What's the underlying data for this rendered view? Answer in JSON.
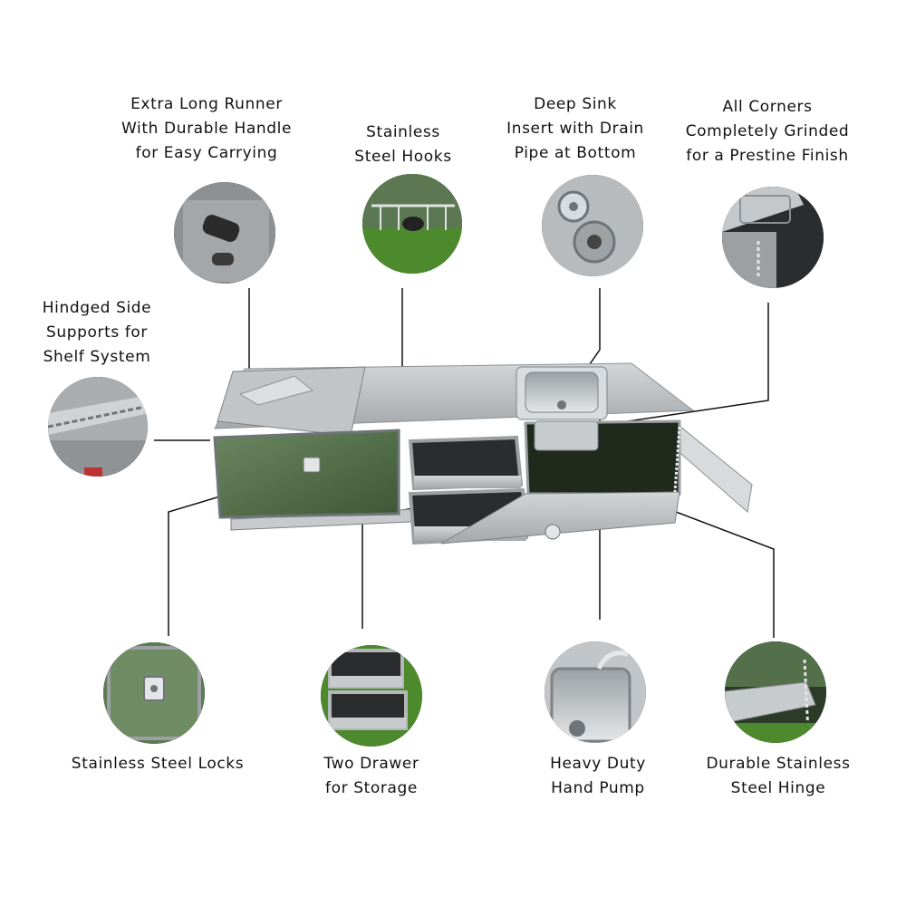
{
  "callouts": [
    {
      "id": "extra-long-runner",
      "lines": [
        "Extra Long Runner",
        "With Durable Handle",
        "for Easy Carrying"
      ]
    },
    {
      "id": "stainless-steel-hooks",
      "lines": [
        "Stainless",
        "Steel Hooks"
      ]
    },
    {
      "id": "deep-sink",
      "lines": [
        "Deep Sink",
        "Insert with Drain",
        "Pipe at Bottom"
      ]
    },
    {
      "id": "all-corners",
      "lines": [
        "All Corners",
        "Completely Grinded",
        "for a Prestine Finish"
      ]
    },
    {
      "id": "hinged-side-supports",
      "lines": [
        "Hindged Side",
        "Supports for",
        "Shelf System"
      ]
    },
    {
      "id": "stainless-steel-locks",
      "lines": [
        "Stainless Steel Locks"
      ]
    },
    {
      "id": "two-drawer",
      "lines": [
        "Two Drawer",
        "for Storage"
      ]
    },
    {
      "id": "heavy-duty-hand-pump",
      "lines": [
        "Heavy Duty",
        "Hand Pump"
      ]
    },
    {
      "id": "durable-hinge",
      "lines": [
        "Durable Stainless",
        "Steel Hinge"
      ]
    }
  ],
  "colors": {
    "steel": "#b8bcbf",
    "steel_dark": "#7d8286",
    "green_panel": "#4f6b45",
    "grass": "#4d8a2e",
    "line": "#111111"
  }
}
